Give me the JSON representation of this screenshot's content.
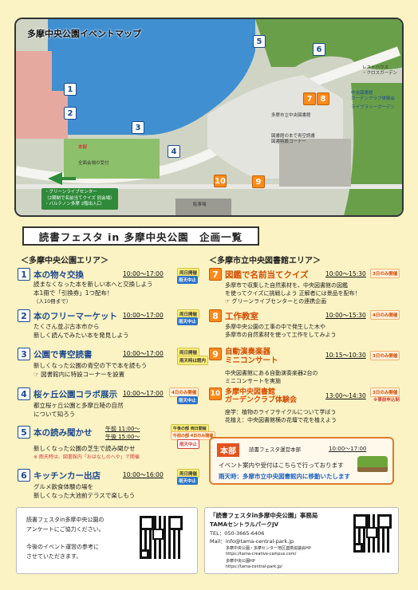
{
  "map": {
    "title": "多摩中央公園イベントマップ",
    "labels": {
      "library_special": "図書館の本で青空読書\n図書特設コーナー",
      "library_building": "多摩市立中央図書館",
      "rest_house": "レストハウス\n・クロスガーデン",
      "gardening_club": "中央図書館\nガーデンクラブ体験会",
      "library_garden": "ライブラリーガーデン",
      "entrance": "全面会場の受付",
      "green_center": "・グリーンライブセンター\n（2期制で名前当てクイズ 別会場）\n・バルテノン多摩 2階出入口",
      "parking": "駐車場",
      "tent": "本部"
    },
    "pins": [
      "1",
      "2",
      "3",
      "4",
      "5",
      "6",
      "7",
      "8",
      "9",
      "10"
    ]
  },
  "heading": {
    "title": "読書フェスタ in 多摩中央公園　企画一覧"
  },
  "areas": {
    "left": "＜多摩中央公園エリア＞",
    "right": "＜多摩市立中央図書館エリア＞"
  },
  "events_left": [
    {
      "num": "1",
      "title": "本の物々交換",
      "time": "10:00～17:00",
      "badges": [
        "両日開催",
        "雨天中止"
      ],
      "desc": [
        "読まなくなった本を新しい本へと交換しよう",
        "本1冊で「引換券」1つ配布！",
        "（人10冊まで）"
      ]
    },
    {
      "num": "2",
      "title": "本のフリーマーケット",
      "time": "10:00～17:00",
      "badges": [
        "両日開催",
        "雨天中止"
      ],
      "desc": [
        "たくさん並ぶ古本市から",
        "新しく読んでみたい本を発見しよう"
      ]
    },
    {
      "num": "3",
      "title": "公園で青空読書",
      "time": "10:00～17:00",
      "badges": [
        "両日開催",
        "雨天時は館内"
      ],
      "desc": [
        "新しくなった公園の青空の下で本を読もう",
        "☞ 図書館内に特設コーナーを設置"
      ]
    },
    {
      "num": "4",
      "title": "桜ヶ丘公園コラボ展示",
      "time": "10:00～17:00",
      "badges": [
        "4日のみ開催",
        "雨天中止"
      ],
      "desc": [
        "都立桜ヶ丘公園と多摩丘陵の自然",
        "について知ろう"
      ]
    },
    {
      "num": "5",
      "title": "本の読み聞かせ",
      "time": "午前 11:00～\n午後 15:00～",
      "badges": [
        "午後の部 両日開催",
        "午前の部 4日のみ開催",
        "雨天中止"
      ],
      "desc": [
        "新しくなった公園の芝生で読み聞かせ",
        "※ 雨天時は、図書館内「おはなしのへや」で開催"
      ]
    },
    {
      "num": "6",
      "title": "キッチンカー出店",
      "time": "10:00～16:00",
      "badges": [
        "両日開催",
        "雨天中止"
      ],
      "desc": [
        "グルメ飲食体験の場を",
        "新しくなった大池前テラスで楽しもう"
      ]
    }
  ],
  "events_right": [
    {
      "num": "7",
      "title": "図鑑で名前当てクイズ",
      "time": "10:00～15:30",
      "badges": [
        "3日のみ開催"
      ],
      "desc": [
        "多摩市で収集した自然素材を、中央図書館の図鑑",
        "を使ってクイズに挑戦しよう 正解者には景品を配布！",
        "☞ グリーンライブセンターとの連携企画"
      ]
    },
    {
      "num": "8",
      "title": "工作教室",
      "time": "10:00～15:30",
      "badges": [
        "4日のみ開催"
      ],
      "desc": [
        "多摩中央公園の工事の中で発生した木や",
        "多摩市の自然素材を使って工作をしてみよう"
      ]
    },
    {
      "num": "9",
      "title": "自動演奏楽器\nミニコンサート",
      "time": "10:15～10:30",
      "badges": [
        "3日のみ開催"
      ],
      "desc": [
        "中央図書館にある自動演奏楽器2台の",
        "ミニコンサートを実施"
      ]
    },
    {
      "num": "10",
      "title": "多摩中央図書館\nガーデンクラブ体験会",
      "time": "13:00～14:30",
      "badges": [
        "3日のみ開催",
        "※事前申込制"
      ],
      "desc": [
        "座学：植物のライフサイクルについて学ぼう",
        "花植え：中央図書館横の花壇で花を植えよう"
      ]
    }
  ],
  "hq": {
    "label": "本部",
    "sub": "読書フェスタ運営本部",
    "time": "10:00～17:00",
    "line1": "イベント案内や受付はこちらで行っております",
    "line2": "雨天時：多摩市立中央図書館内に移動いたします"
  },
  "survey": {
    "line1": "読書フェスタin多摩中央公園の",
    "line2": "アンケートにご協力ください。",
    "line3": "今後のイベント運営の参考に",
    "line4": "させていただきます。"
  },
  "contact": {
    "title": "「読書フェスタin多摩中央公園」事務局",
    "org": "TAMAセントラルパークJV",
    "tel": "TEL：050-3665-6406",
    "mail": "Mail：info@tama-central-park.jp",
    "hp1_label": "多摩中央公園・多摩センター地区連携協議会HP",
    "hp1_url": "https://tama-creative-campus.com/",
    "hp2_label": "多摩中央公園HP",
    "hp2_url": "https://tama-central-park.jp/"
  },
  "colors": {
    "accent_blue": "#1c4a8c",
    "accent_orange": "#ff8a1a",
    "background": "#fbf3c4"
  }
}
